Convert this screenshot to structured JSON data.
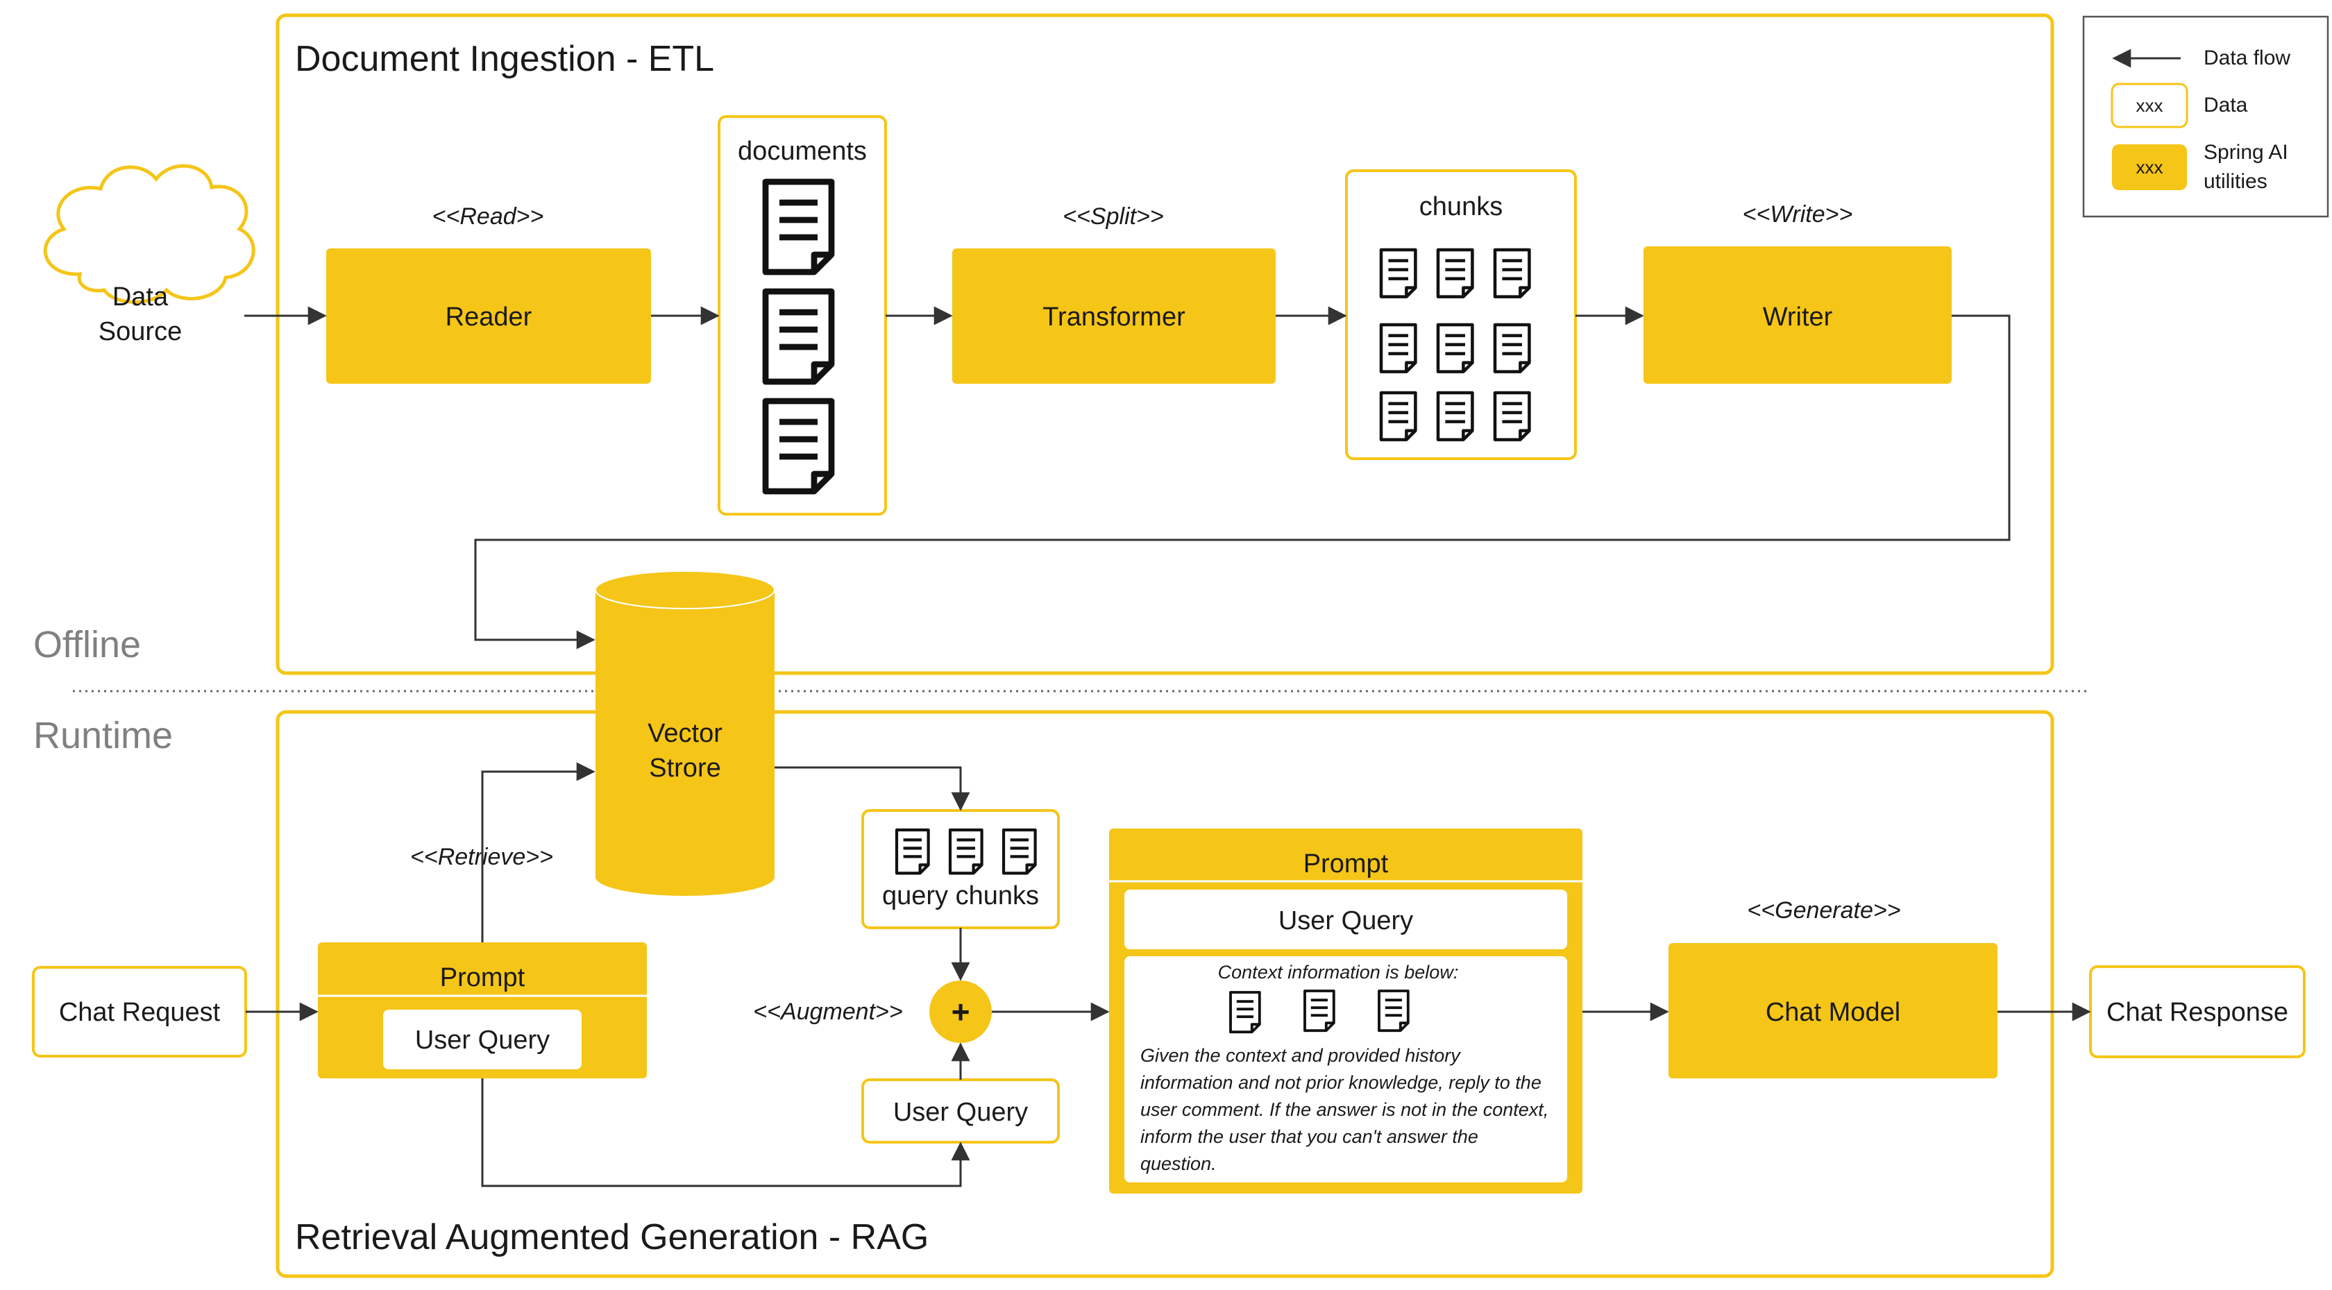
{
  "legend": {
    "data_flow": "Data flow",
    "data_sample": "xxx",
    "data": "Data",
    "utility_sample": "xxx",
    "utilities_line1": "Spring AI",
    "utilities_line2": "utilities"
  },
  "etl": {
    "title": "Document Ingestion - ETL",
    "data_source_line1": "Data",
    "data_source_line2": "Source",
    "read_stereotype": "<<Read>>",
    "reader": "Reader",
    "documents": "documents",
    "split_stereotype": "<<Split>>",
    "transformer": "Transformer",
    "chunks": "chunks",
    "write_stereotype": "<<Write>>",
    "writer": "Writer"
  },
  "phases": {
    "offline": "Offline",
    "runtime": "Runtime"
  },
  "vector_store": {
    "line1": "Vector",
    "line2": "Strore"
  },
  "rag": {
    "title": "Retrieval Augmented Generation - RAG",
    "chat_request": "Chat Request",
    "prompt_left_title": "Prompt",
    "prompt_left_query": "User Query",
    "retrieve_stereotype": "<<Retrieve>>",
    "query_chunks": "query chunks",
    "augment_stereotype": "<<Augment>>",
    "plus": "+",
    "user_query_box": "User Query",
    "prompt_main_title": "Prompt",
    "prompt_main_query": "User Query",
    "context_heading": "Context information is below:",
    "instruction_lines": [
      "Given the context and provided history",
      "information and not prior knowledge, reply to the",
      "user comment. If the answer is not in the context,",
      "inform the user that you can't answer the",
      "question."
    ],
    "generate_stereotype": "<<Generate>>",
    "chat_model": "Chat Model",
    "chat_response": "Chat Response"
  },
  "colors": {
    "accent": "#F5C518",
    "accent_border": "#F5C518",
    "text": "#1a1a1a",
    "muted_text": "#808080",
    "line": "#333333"
  }
}
